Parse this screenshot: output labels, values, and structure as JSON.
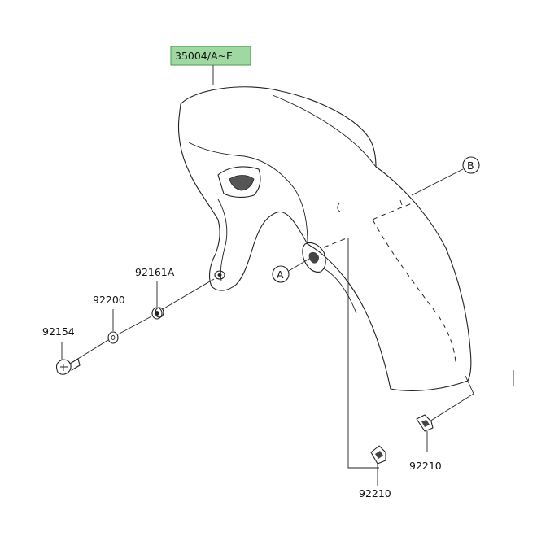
{
  "diagram": {
    "parts": {
      "fender": "35004/A~E",
      "clip_a": "92161A",
      "washer": "92200",
      "bolt": "92154",
      "nut_right": "92210",
      "nut_bottom": "92210"
    },
    "callouts": {
      "a": "A",
      "b": "B"
    },
    "colors": {
      "highlight": "#9fd8a0",
      "line": "#222222"
    }
  }
}
